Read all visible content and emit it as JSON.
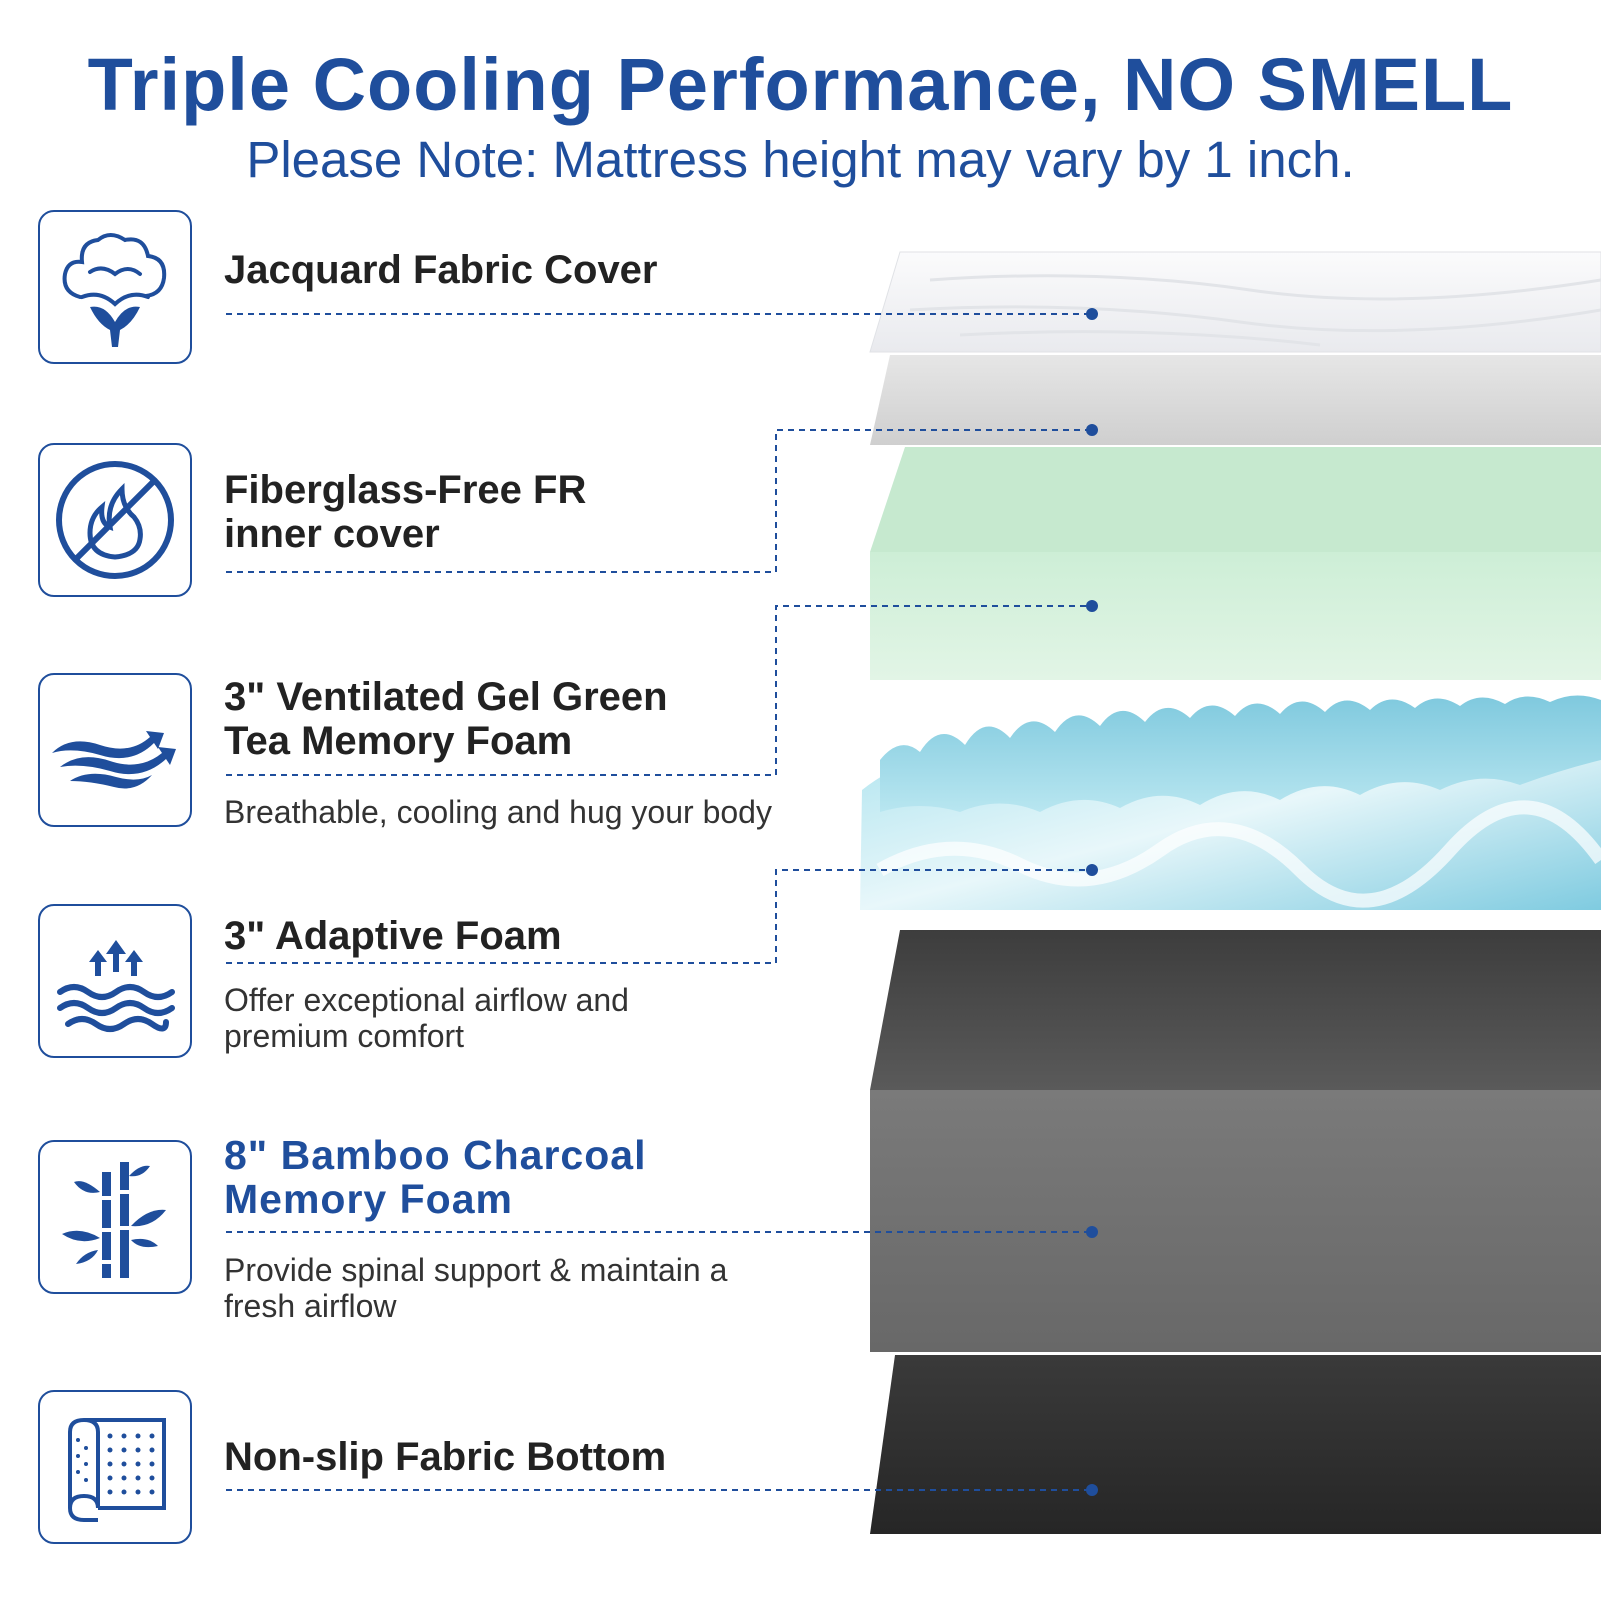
{
  "header": {
    "title": "Triple Cooling Performance, NO SMELL",
    "subtitle": "Please Note: Mattress height may vary by 1 inch."
  },
  "layers": [
    {
      "label_line1": "Jacquard Fabric Cover",
      "label_line2": "",
      "desc_line1": "",
      "desc_line2": "",
      "icon": "cotton-icon"
    },
    {
      "label_line1": "Fiberglass-Free FR",
      "label_line2": "inner cover",
      "desc_line1": "",
      "desc_line2": "",
      "icon": "no-fire-icon"
    },
    {
      "label_line1": "3\" Ventilated Gel Green",
      "label_line2": "Tea Memory Foam",
      "desc_line1": "Breathable, cooling and hug your body",
      "desc_line2": "",
      "icon": "airflow-icon"
    },
    {
      "label_line1": "3\" Adaptive Foam",
      "label_line2": "",
      "desc_line1": "Offer exceptional airflow and",
      "desc_line2": "premium comfort",
      "icon": "heat-waves-icon"
    },
    {
      "label_line1": "8\" Bamboo Charcoal",
      "label_line2": "Memory Foam",
      "desc_line1": "Provide spinal support & maintain a",
      "desc_line2": "fresh airflow",
      "icon": "bamboo-icon"
    },
    {
      "label_line1": "Non-slip Fabric Bottom",
      "label_line2": "",
      "desc_line1": "",
      "desc_line2": "",
      "icon": "fabric-roll-icon"
    }
  ],
  "colors": {
    "brand_blue": "#1f4e9c",
    "text_dark": "#222222",
    "cover_white": "#f3f4f6",
    "inner_gray": "#d9d9d9",
    "green_tea": "#d6f0dd",
    "gel_blue": "#8fd4e4",
    "charcoal": "#707070",
    "bottom_black": "#2f2f2f"
  }
}
